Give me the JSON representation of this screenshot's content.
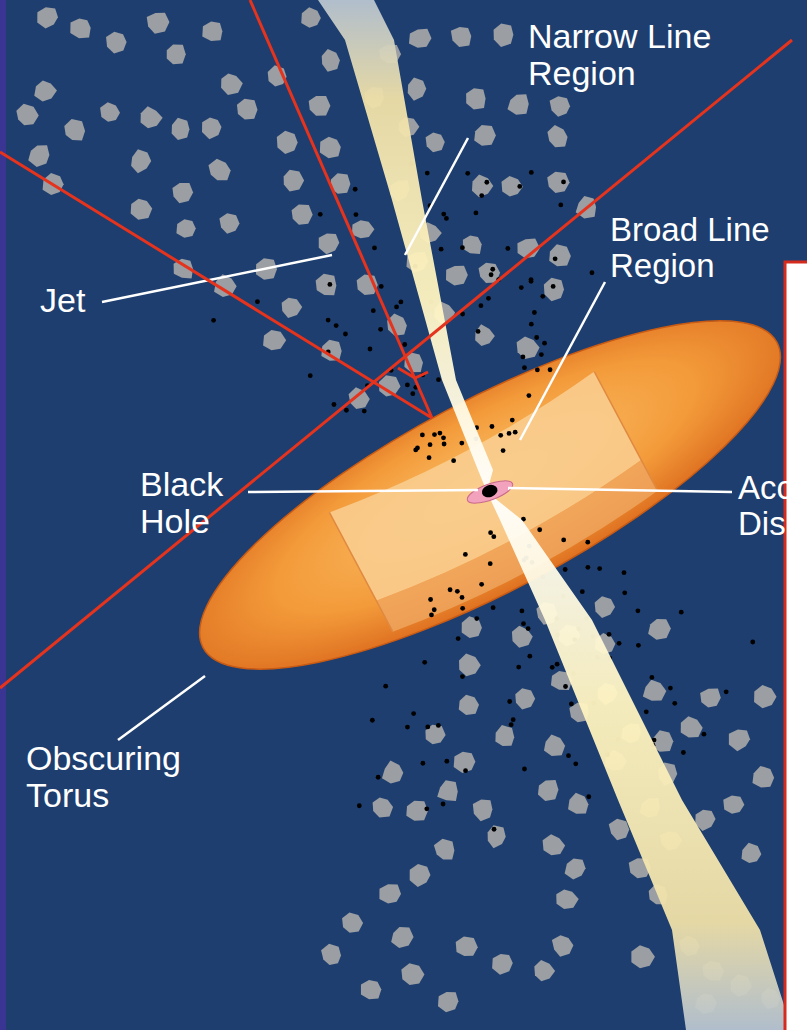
{
  "diagram": {
    "labels": [
      "Narrow Line Region",
      "Broad Line Region",
      "Jet",
      "Black Hole",
      "Acc Dis",
      "Obscuring Torus"
    ]
  }
}
